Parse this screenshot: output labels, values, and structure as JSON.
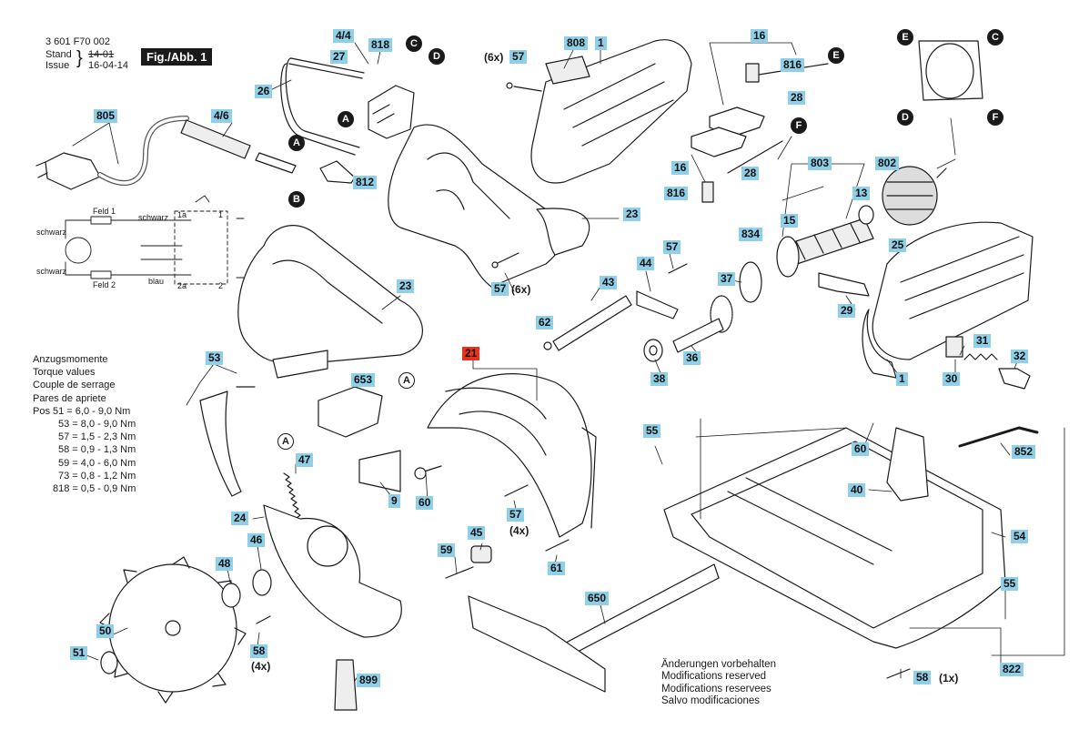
{
  "header": {
    "doc_number": "3 601 F70 002",
    "stand_label": "Stand",
    "issue_label": "Issue",
    "old_date": "14-01",
    "new_date": "16-04-14",
    "figure": "Fig./Abb. 1"
  },
  "torque": {
    "lines": [
      "Anzugsmomente",
      "Torque values",
      "Couple de serrage",
      "Pares de apriete",
      "Pos  51 = 6,0 - 9,0 Nm",
      "53 = 8,0 - 9,0 Nm",
      "57 = 1,5 - 2,3 Nm",
      "58 = 0,9 - 1,3 Nm",
      "59 = 4,0 - 6,0 Nm",
      "73 = 0,8 - 1,2 Nm",
      "818 = 0,5 - 0,9 Nm"
    ]
  },
  "modifications": {
    "lines": [
      "Änderungen vorbehalten",
      "Modifications reserved",
      "Modifications reservees",
      "Salvo modificaciones"
    ]
  },
  "parts": [
    {
      "label": "805"
    },
    {
      "label": "4/6"
    },
    {
      "label": "26"
    },
    {
      "label": "27"
    },
    {
      "label": "4/4"
    },
    {
      "label": "818"
    },
    {
      "label": "812"
    },
    {
      "label": "57"
    },
    {
      "label": "808"
    },
    {
      "label": "1"
    },
    {
      "label": "16"
    },
    {
      "label": "816"
    },
    {
      "label": "28"
    },
    {
      "label": "16"
    },
    {
      "label": "816"
    },
    {
      "label": "28"
    },
    {
      "label": "23"
    },
    {
      "label": "57"
    },
    {
      "label": "803"
    },
    {
      "label": "802"
    },
    {
      "label": "13"
    },
    {
      "label": "834"
    },
    {
      "label": "15"
    },
    {
      "label": "25"
    },
    {
      "label": "57"
    },
    {
      "label": "44"
    },
    {
      "label": "43"
    },
    {
      "label": "37"
    },
    {
      "label": "29"
    },
    {
      "label": "62"
    },
    {
      "label": "36"
    },
    {
      "label": "38"
    },
    {
      "label": "31"
    },
    {
      "label": "32"
    },
    {
      "label": "30"
    },
    {
      "label": "1"
    },
    {
      "label": "23"
    },
    {
      "label": "53"
    },
    {
      "label": "653"
    },
    {
      "label": "21"
    },
    {
      "label": "47"
    },
    {
      "label": "9"
    },
    {
      "label": "60"
    },
    {
      "label": "57"
    },
    {
      "label": "55"
    },
    {
      "label": "60"
    },
    {
      "label": "852"
    },
    {
      "label": "40"
    },
    {
      "label": "54"
    },
    {
      "label": "24"
    },
    {
      "label": "46"
    },
    {
      "label": "48"
    },
    {
      "label": "45"
    },
    {
      "label": "59"
    },
    {
      "label": "61"
    },
    {
      "label": "50"
    },
    {
      "label": "51"
    },
    {
      "label": "58"
    },
    {
      "label": "650"
    },
    {
      "label": "55"
    },
    {
      "label": "899"
    },
    {
      "label": "58"
    },
    {
      "label": "822"
    }
  ],
  "quantities": [
    "(6x)",
    "(6x)",
    "(4x)",
    "(4x)",
    "(1x)"
  ],
  "connectors": [
    "A",
    "B",
    "C",
    "D",
    "E",
    "F",
    "E",
    "C",
    "D",
    "F",
    "A",
    "A",
    "A"
  ],
  "schematic": {
    "labels": [
      "schwarz",
      "Feld 1",
      "schwarz",
      "schwarz",
      "Feld 2",
      "blau",
      "1a",
      "1",
      "2a",
      "2"
    ]
  },
  "colors": {
    "callout": "#8fd0e8",
    "callout_highlight": "#e8321e",
    "ink": "#1a1a1a"
  }
}
